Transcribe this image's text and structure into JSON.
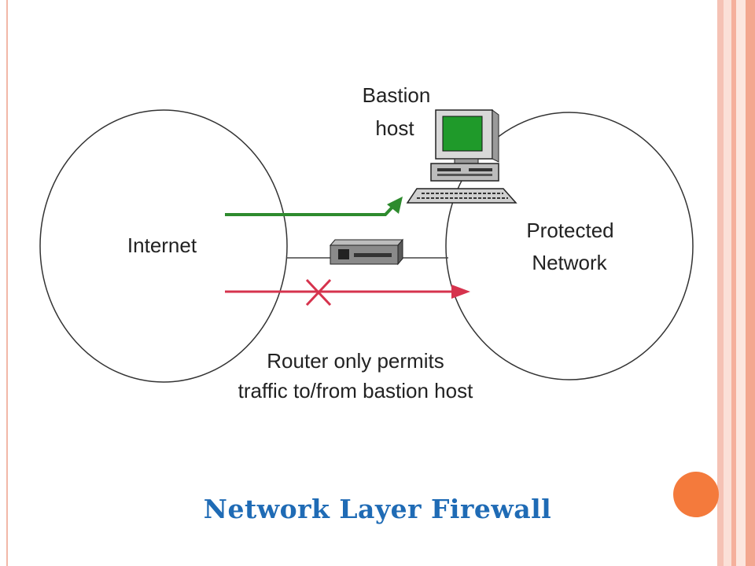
{
  "slide": {
    "title": "Network Layer Firewall",
    "accent_color": "#f47a3c",
    "title_color": "#1f6bb5",
    "frame_colors": [
      "#f5c2b4",
      "#fbe0d7",
      "#f5b09c",
      "#fce6de",
      "#f3a78f"
    ]
  },
  "diagram": {
    "nodes": {
      "internet": {
        "label": "Internet"
      },
      "protected_network": {
        "label_line1": "Protected",
        "label_line2": "Network"
      },
      "bastion_host": {
        "label_line1": "Bastion",
        "label_line2": "host",
        "icon": "computer-icon"
      },
      "router": {
        "icon": "router-icon"
      }
    },
    "caption": {
      "line1": "Router only permits",
      "line2": "traffic to/from bastion host"
    },
    "flows": {
      "permitted": {
        "color": "#2e8b2e",
        "target": "bastion_host"
      },
      "blocked": {
        "color": "#d6334d",
        "target": "protected_network",
        "marker": "x-icon"
      }
    }
  }
}
